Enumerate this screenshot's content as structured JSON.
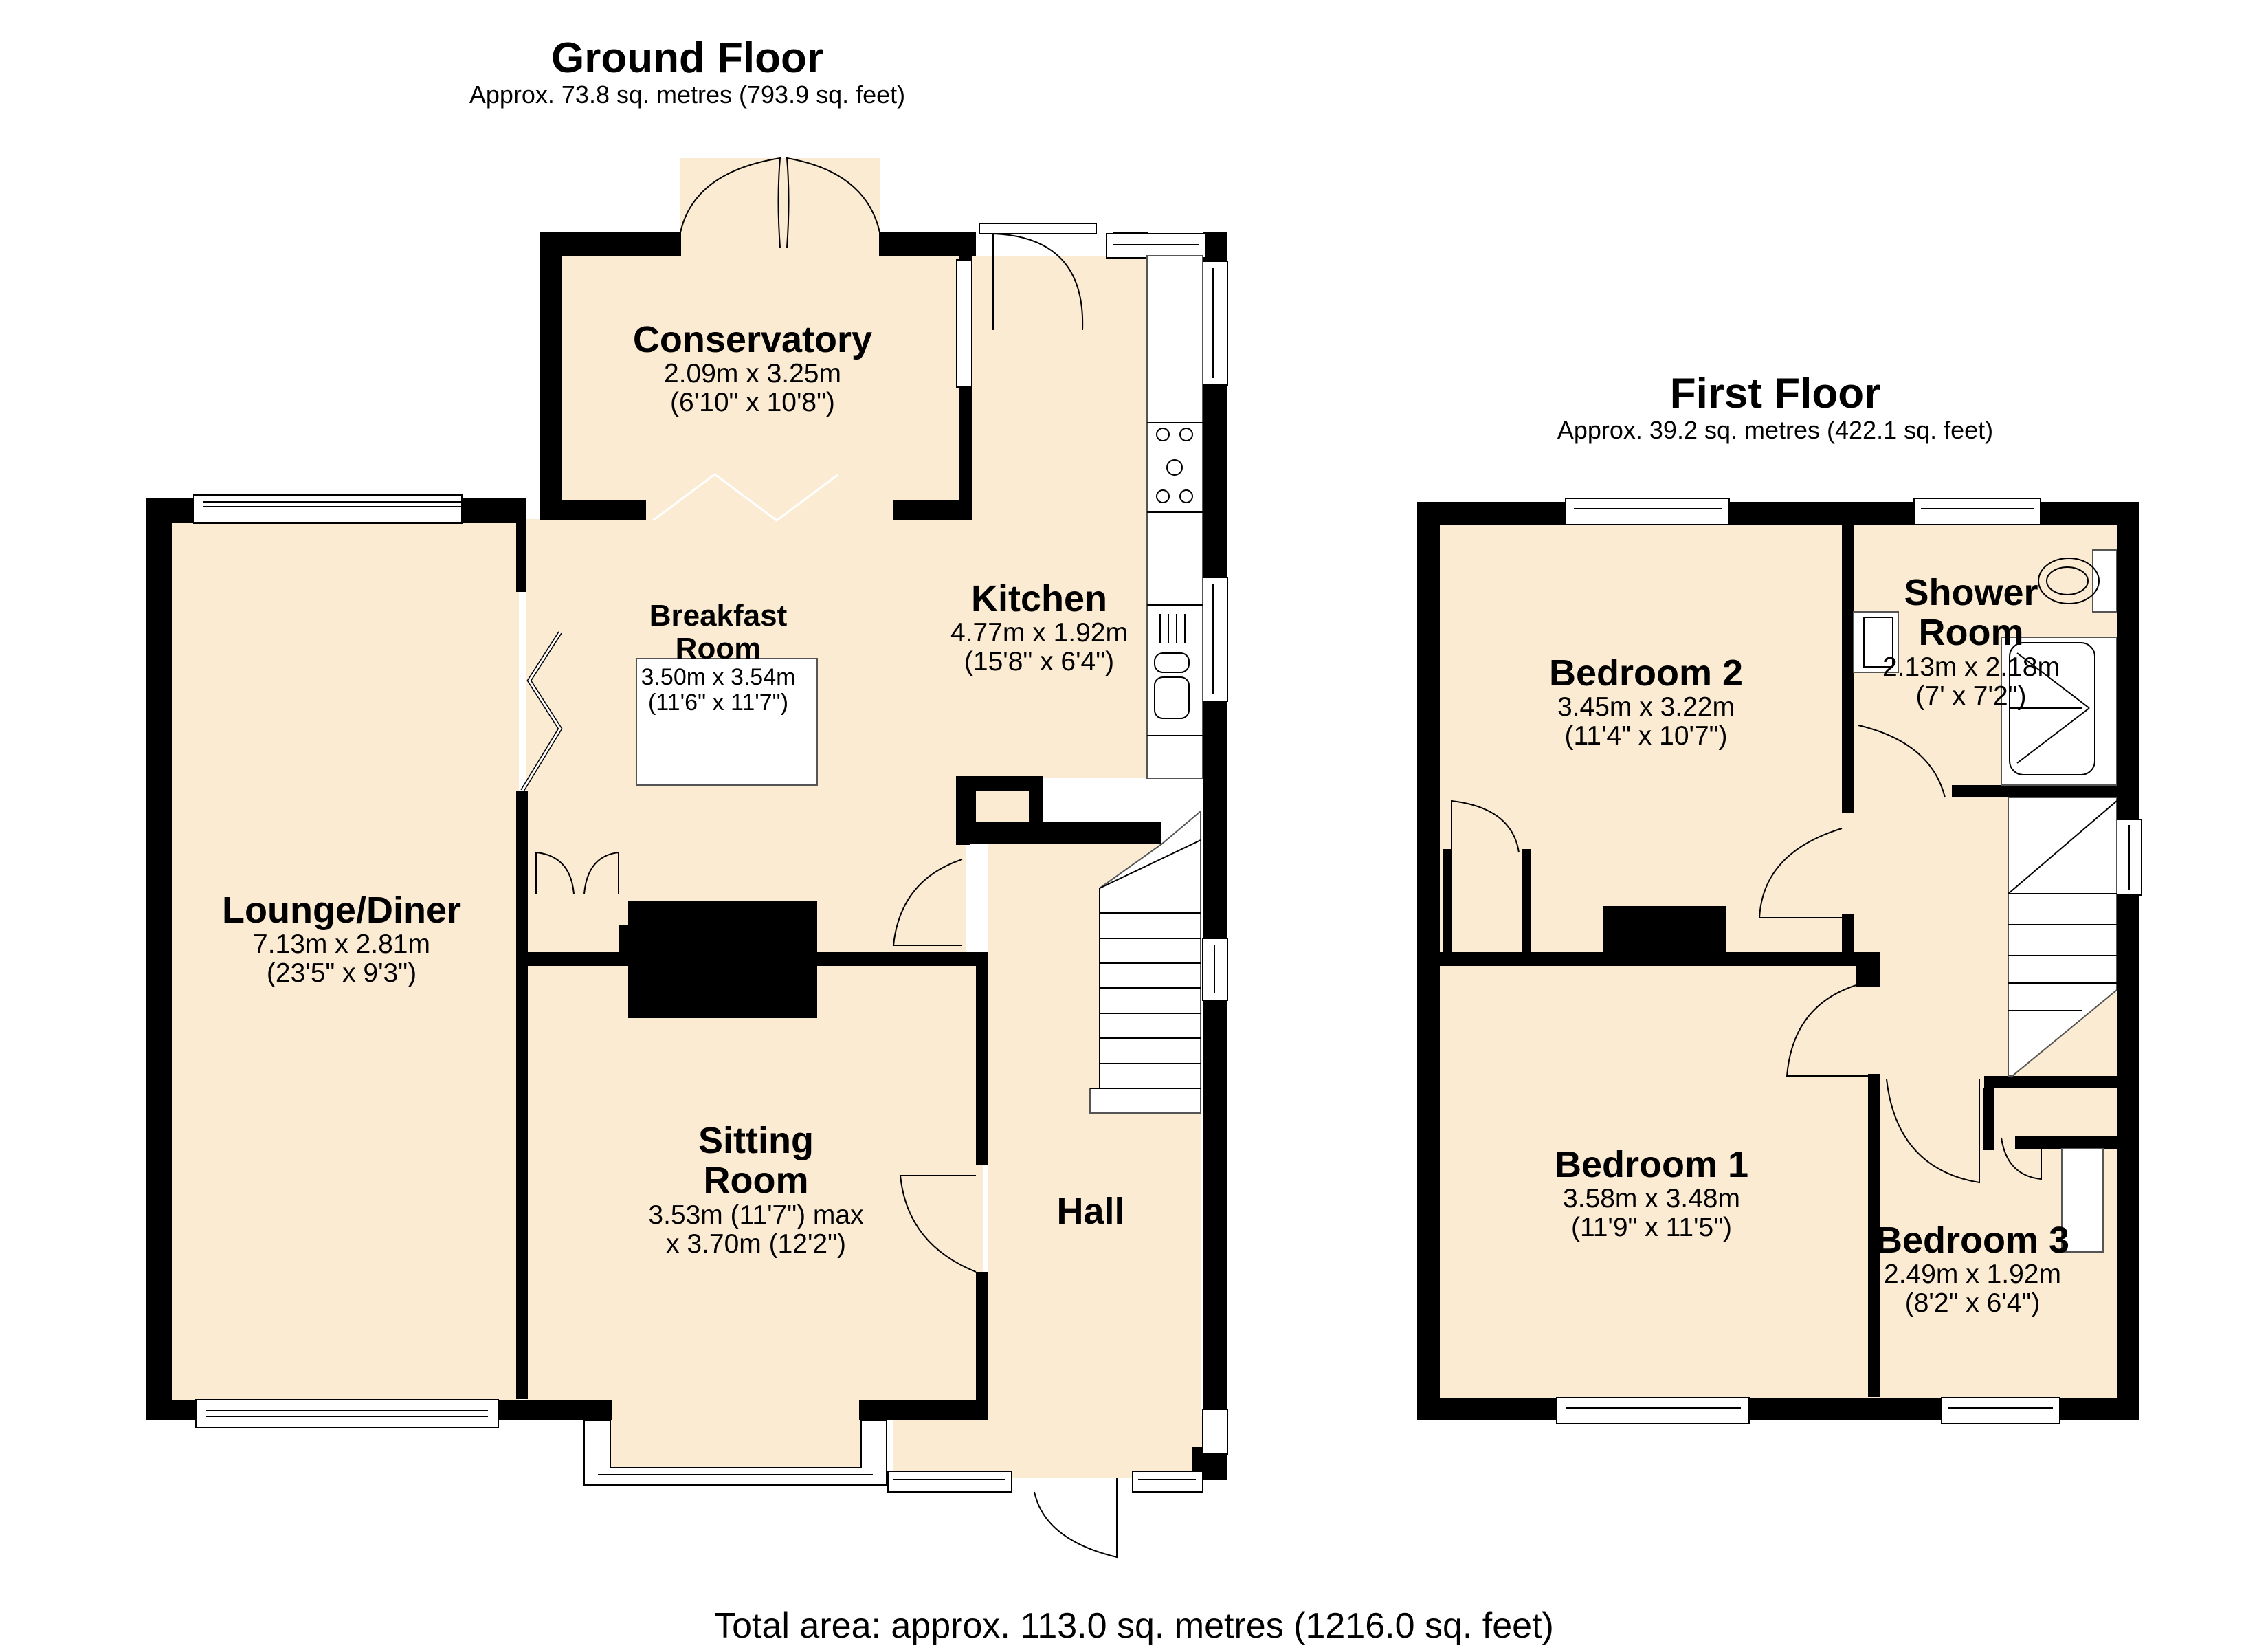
{
  "ground_floor": {
    "title": "Ground Floor",
    "area": "Approx. 73.8 sq. metres (793.9 sq. feet)",
    "rooms": [
      {
        "name": "Conservatory",
        "dim1": "2.09m x 3.25m",
        "dim2": "(6'10\" x 10'8\")"
      },
      {
        "name": "Kitchen",
        "dim1": "4.77m x 1.92m",
        "dim2": "(15'8\" x 6'4\")"
      },
      {
        "name_line1": "Breakfast",
        "name_line2": "Room",
        "dim1": "3.50m x 3.54m",
        "dim2": "(11'6\" x 11'7\")"
      },
      {
        "name": "Lounge/Diner",
        "dim1": "7.13m x 2.81m",
        "dim2": "(23'5\" x 9'3\")"
      },
      {
        "name_line1": "Sitting",
        "name_line2": "Room",
        "dim1": "3.53m (11'7\") max",
        "dim2": "x 3.70m (12'2\")"
      },
      {
        "name": "Hall"
      }
    ]
  },
  "first_floor": {
    "title": "First Floor",
    "area": "Approx. 39.2 sq. metres (422.1 sq. feet)",
    "rooms": [
      {
        "name": "Bedroom 2",
        "dim1": "3.45m x 3.22m",
        "dim2": "(11'4\" x 10'7\")"
      },
      {
        "name_line1": "Shower",
        "name_line2": "Room",
        "dim1": "2.13m x 2.18m",
        "dim2": "(7' x 7'2\")"
      },
      {
        "name": "Bedroom 1",
        "dim1": "3.58m x 3.48m",
        "dim2": "(11'9\" x 11'5\")"
      },
      {
        "name": "Bedroom 3",
        "dim1": "2.49m x 1.92m",
        "dim2": "(8'2\" x 6'4\")"
      }
    ]
  },
  "total_area": "Total area: approx. 113.0 sq. metres (1216.0 sq. feet)",
  "colors": {
    "floor_fill": "#FCEBD3",
    "wall": "#000000",
    "fixture": "#FFFFFF"
  }
}
